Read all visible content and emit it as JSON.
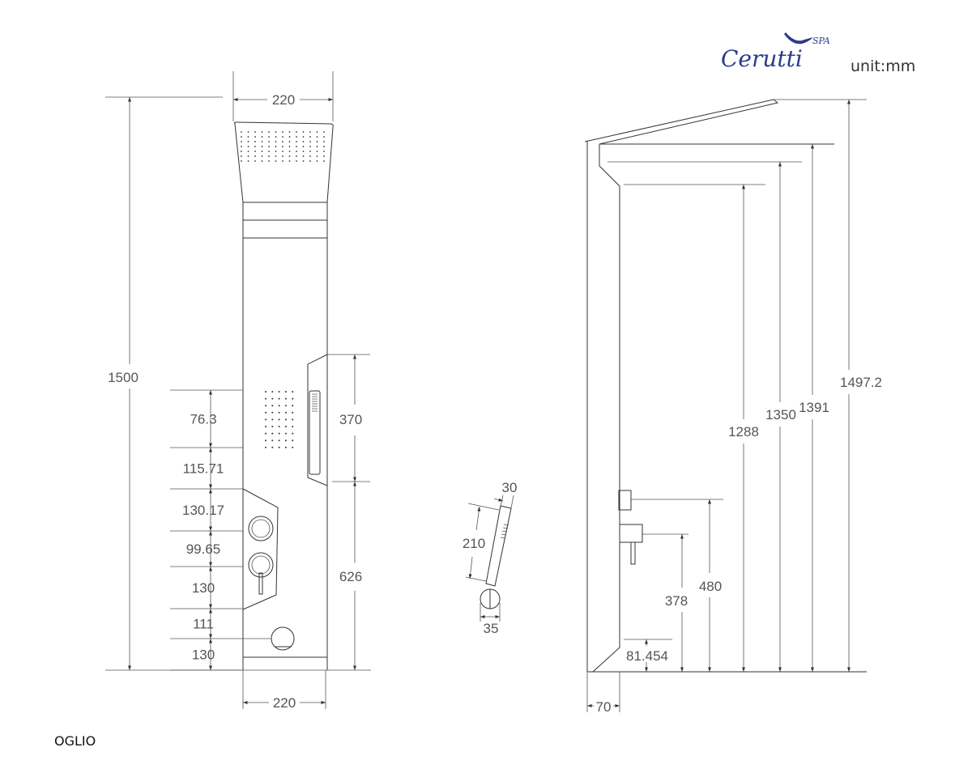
{
  "brand": {
    "logo_text": "Cerutti",
    "logo_suffix": "SPA",
    "color": "#2b3a8c"
  },
  "unit_label": "unit:mm",
  "model_name": "OGLIO",
  "front_view": {
    "top_width": "220",
    "bottom_width": "220",
    "total_height": "1500",
    "left_dims": [
      "76.3",
      "115.71",
      "130.17",
      "99.65",
      "130",
      "111",
      "130"
    ],
    "hand_shower_holder": "370",
    "holder_height": "626"
  },
  "hand_shower_detail": {
    "width": "30",
    "length": "210",
    "base": "35"
  },
  "side_view": {
    "heights": [
      "1288",
      "1350",
      "1391",
      "1497.2"
    ],
    "outlet_upper": "480",
    "outlet_lower": "378",
    "bottom_offset": "81.454",
    "depth": "70"
  }
}
